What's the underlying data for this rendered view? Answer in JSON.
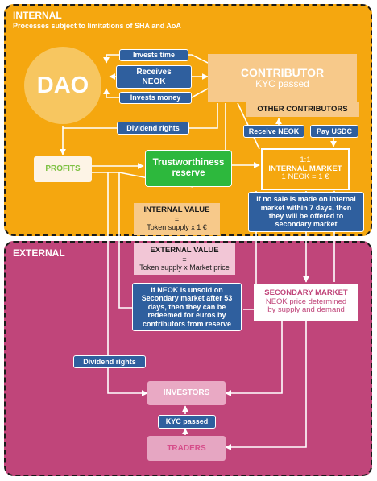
{
  "internal": {
    "title": "INTERNAL",
    "subtitle": "Processes subject to limitations of SHA and AoA"
  },
  "external": {
    "title": "EXTERNAL"
  },
  "dao": {
    "label": "DAO"
  },
  "contributor": {
    "title": "CONTRIBUTOR",
    "subtitle": "KYC passed"
  },
  "flows": {
    "invests_time": "Invests time",
    "receives_neok": [
      "Receives",
      "NEOK"
    ],
    "invests_money": "Invests money",
    "dividend_rights_internal": "Dividend rights",
    "dividend_rights_external": "Dividend rights"
  },
  "other_contributors": {
    "title": "OTHER CONTRIBUTORS",
    "receive_neok": "Receive NEOK",
    "pay_usdc": "Pay USDC"
  },
  "profits": {
    "label": "PROFITS"
  },
  "reserve": {
    "lines": [
      "Trustworthiness",
      "reserve"
    ]
  },
  "internal_market": {
    "ratio": "1:1",
    "title": "INTERNAL MARKET",
    "rate": "1 NEOK = 1 €"
  },
  "notes": {
    "no_sale": [
      "If no sale is made on Internal",
      "market within 7 days, then",
      "they will be offered to",
      "secondary market"
    ],
    "unsold": [
      "If NEOK is unsold on",
      "Secondary market after 53",
      "days, then they can be",
      "redeemed for euros by",
      "contributors from reserve"
    ]
  },
  "internal_value": {
    "title": "INTERNAL VALUE",
    "eq": "=",
    "formula": "Token supply x 1 €"
  },
  "external_value": {
    "title": "EXTERNAL VALUE",
    "eq": "=",
    "formula": "Token supply x Market price"
  },
  "secondary_market": {
    "title": "SECONDARY MARKET",
    "lines": [
      "NEOK price determined",
      "by supply and demand"
    ]
  },
  "investors": {
    "label": "INVESTORS"
  },
  "kyc": {
    "label": "KYC passed"
  },
  "traders": {
    "label": "TRADERS"
  },
  "colors": {
    "internal_bg": "#f5a70f",
    "external_bg": "#c0457a",
    "blue_box": "#2f5f9e",
    "reserve_green": "#2db83d",
    "profits_green": "#7ec143",
    "traders_pink": "#d64d8a"
  }
}
